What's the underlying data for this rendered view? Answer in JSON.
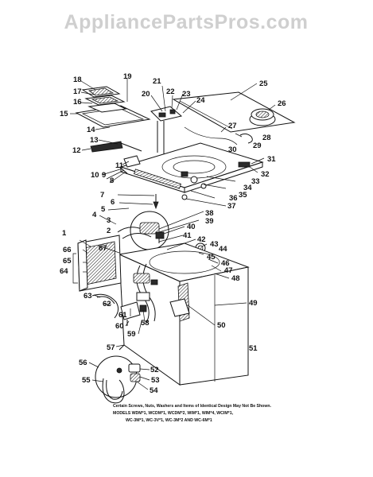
{
  "watermark": "AppliancePartsPros.com",
  "diagram": {
    "labels": [
      "1",
      "2",
      "3",
      "4",
      "5",
      "6",
      "7",
      "8",
      "9",
      "10",
      "11",
      "12",
      "13",
      "14",
      "15",
      "16",
      "17",
      "18",
      "19",
      "20",
      "21",
      "22",
      "23",
      "24",
      "25",
      "26",
      "27",
      "28",
      "29",
      "30",
      "31",
      "32",
      "33",
      "34",
      "35",
      "36",
      "37",
      "38",
      "39",
      "40",
      "41",
      "42",
      "43",
      "44",
      "45",
      "46",
      "47",
      "48",
      "49",
      "50",
      "51",
      "52",
      "53",
      "54",
      "55",
      "56",
      "57",
      "58",
      "59",
      "60",
      "61",
      "62",
      "63",
      "64",
      "65",
      "66",
      "67"
    ],
    "notes": [
      "Certain Screws, Nuts, Washers and Items of Identical Design May Not Be Shown.",
      "MODELS WDM*1, WCDM*1, WCDM*2, WIM*1, WIM*4, WCIM*1,",
      "WC-3M*1, WC-3V*1, WC-3M*2 AND WC-6M*1"
    ]
  }
}
